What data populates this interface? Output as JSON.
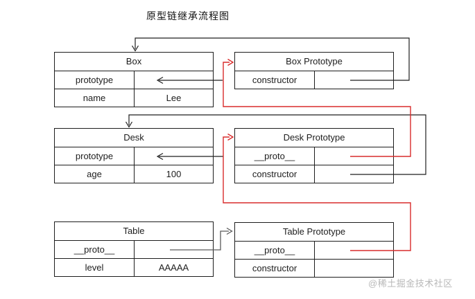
{
  "title": "原型链继承流程图",
  "watermark": "@稀土掘金技术社区",
  "colors": {
    "red_link": "#d92b2b",
    "black_link": "#1f1f1f",
    "gray_link": "#5a5a5a"
  },
  "tables": {
    "box": {
      "header": "Box",
      "rows": [
        [
          "prototype",
          ""
        ],
        [
          "name",
          "Lee"
        ]
      ]
    },
    "desk": {
      "header": "Desk",
      "rows": [
        [
          "prototype",
          ""
        ],
        [
          "age",
          "100"
        ]
      ]
    },
    "table": {
      "header": "Table",
      "rows": [
        [
          "__proto__",
          ""
        ],
        [
          "level",
          "AAAAA"
        ]
      ]
    },
    "box_prototype": {
      "header": "Box Prototype",
      "rows": [
        [
          "constructor",
          ""
        ]
      ]
    },
    "desk_prototype": {
      "header": "Desk Prototype",
      "rows": [
        [
          "__proto__",
          ""
        ],
        [
          "constructor",
          ""
        ]
      ]
    },
    "table_prototype": {
      "header": "Table Prototype",
      "rows": [
        [
          "__proto__",
          ""
        ],
        [
          "constructor",
          ""
        ]
      ]
    }
  }
}
